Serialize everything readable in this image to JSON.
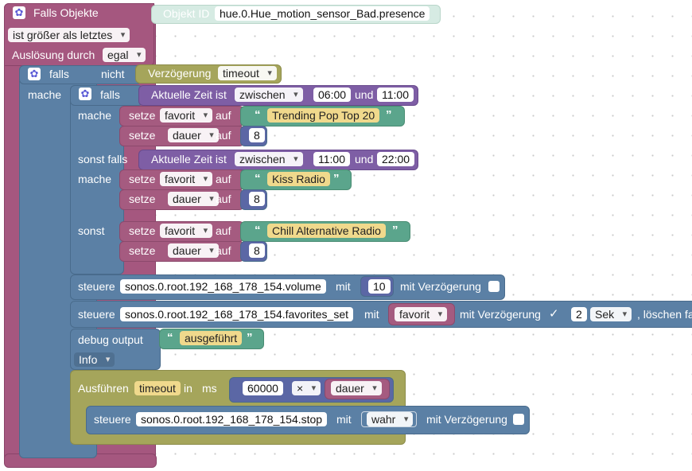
{
  "trigger": {
    "label": "Falls Objekte",
    "id_label": "Objekt ID",
    "object_id": "hue.0.Hue_motion_sensor_Bad.presence",
    "condition": "ist größer als letztes",
    "ausloesung_label": "Auslösung durch",
    "ausloesung_value": "egal"
  },
  "if_outer": {
    "falls": "falls",
    "nicht": "nicht",
    "verzoegerung_label": "Verzögerung",
    "verzoegerung_value": "timeout",
    "mache": "mache"
  },
  "if_inner": {
    "falls": "falls",
    "time_label_1": "Aktuelle Zeit ist",
    "op_1": "zwischen",
    "from_1": "06:00",
    "und_1": "und",
    "to_1": "11:00",
    "mache_1": "mache",
    "set1a": {
      "setze": "setze",
      "var": "favorit",
      "auf": "auf",
      "value": "Trending Pop Top 20"
    },
    "set1b": {
      "setze": "setze",
      "var": "dauer",
      "auf": "auf",
      "value": "8"
    },
    "sonst_falls": "sonst falls",
    "time_label_2": "Aktuelle Zeit ist",
    "op_2": "zwischen",
    "from_2": "11:00",
    "und_2": "und",
    "to_2": "22:00",
    "mache_2": "mache",
    "set2a": {
      "setze": "setze",
      "var": "favorit",
      "auf": "auf",
      "value": "Kiss Radio"
    },
    "set2b": {
      "setze": "setze",
      "var": "dauer",
      "auf": "auf",
      "value": "8"
    },
    "sonst": "sonst",
    "set3a": {
      "setze": "setze",
      "var": "favorit",
      "auf": "auf",
      "value": "Chill Alternative Radio"
    },
    "set3b": {
      "setze": "setze",
      "var": "dauer",
      "auf": "auf",
      "value": "8"
    }
  },
  "control_volume": {
    "steuere": "steuere",
    "target": "sonos.0.root.192_168_178_154.volume",
    "mit": "mit",
    "value": "10",
    "delay_label": "mit Verzögerung"
  },
  "control_fav": {
    "steuere": "steuere",
    "target": "sonos.0.root.192_168_178_154.favorites_set",
    "mit": "mit",
    "value": "favorit",
    "delay_label": "mit Verzögerung",
    "check": "✓",
    "amount": "2",
    "unit": "Sek",
    "rest": ", löschen fa"
  },
  "debug": {
    "label": "debug output",
    "value": "ausgeführt",
    "level": "Info"
  },
  "timeout": {
    "label": "Ausführen",
    "var": "timeout",
    "in": "in",
    "ms": "ms",
    "num": "60000",
    "op": "×",
    "var2": "dauer"
  },
  "control_stop": {
    "steuere": "steuere",
    "target": "sonos.0.root.192_168_178_154.stop",
    "mit": "mit",
    "value": "wahr",
    "delay_label": "mit Verzögerung"
  }
}
